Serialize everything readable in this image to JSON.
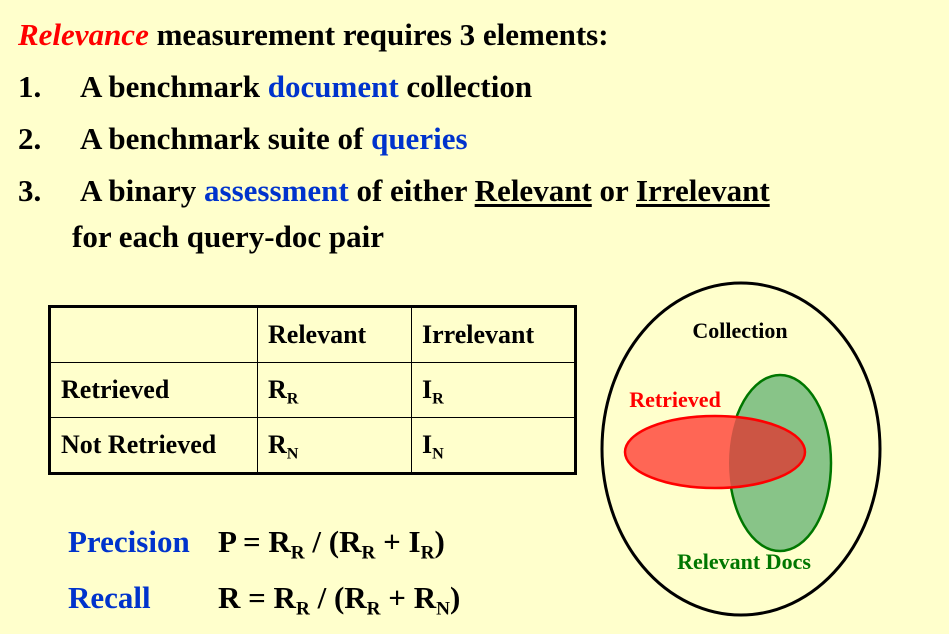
{
  "heading": {
    "term": "Relevance",
    "rest": " measurement requires 3 elements:"
  },
  "items": [
    {
      "num": "1.",
      "pre": "A benchmark ",
      "hl": "document",
      "post": " collection"
    },
    {
      "num": "2.",
      "pre": "A benchmark suite of ",
      "hl": "queries",
      "post": ""
    },
    {
      "num": "3.",
      "pre": "A binary ",
      "hl": "assessment",
      "mid": " of either ",
      "u1": "Relevant",
      "or": " or ",
      "u2": "Irrelevant",
      "cont": "for each query-doc pair"
    }
  ],
  "table": {
    "headers": [
      "",
      "Relevant",
      "Irrelevant"
    ],
    "rows": [
      {
        "label": "Retrieved",
        "c1": {
          "main": "R",
          "sub": "R"
        },
        "c2": {
          "main": "I",
          "sub": "R"
        }
      },
      {
        "label": "Not Retrieved",
        "c1": {
          "main": "R",
          "sub": "N"
        },
        "c2": {
          "main": "I",
          "sub": "N"
        }
      }
    ]
  },
  "formulas": {
    "precision": {
      "label": "Precision",
      "lhs": "P = R",
      "s1": "R",
      "m1": " / (R",
      "s2": "R",
      "m2": " + I",
      "s3": "R",
      "end": ")"
    },
    "recall": {
      "label": "Recall",
      "lhs": "R = R",
      "s1": "R",
      "m1": " / (R",
      "s2": "R",
      "m2": " + R",
      "s3": "N",
      "end": ")"
    }
  },
  "diagram": {
    "collection_label": "Collection",
    "retrieved_label": "Retrieved",
    "relevant_label": "Relevant Docs",
    "colors": {
      "retrieved": "#ff6655",
      "retrieved_border": "#ff0000",
      "relevant": "#88c488",
      "relevant_border": "#007700",
      "overlap": "#cc5544",
      "relevant_text": "#007700",
      "retrieved_text": "#ff0000"
    }
  }
}
